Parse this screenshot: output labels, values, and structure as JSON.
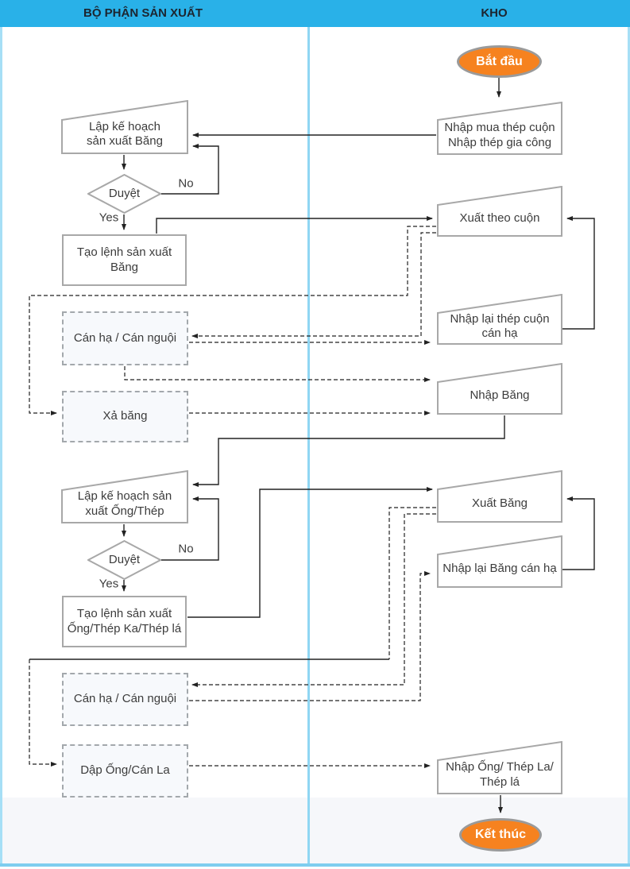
{
  "header": {
    "lane1": "BỘ PHẬN SẢN XUẤT",
    "lane2": "KHO"
  },
  "colors": {
    "header_bg": "#29B1E8",
    "frame_light_cyan": "#A6DFF6",
    "divider_cyan": "#8FD6F3",
    "terminal_orange": "#F6821F",
    "shape_border_gray": "#A8A8A8",
    "text_dark": "#3C3C3C",
    "bottom_band_gray": "#F6F7FA"
  },
  "nodes": {
    "start": "Bắt đầu",
    "nhap_mua": "Nhập mua thép cuộn\nNhập thép gia công",
    "plan_bang": "Lập kế hoạch\nsản xuất Băng",
    "duyet1": "Duyệt",
    "lenh_bang": "Tạo lệnh sản xuất\nBăng",
    "xuat_theo_cuon": "Xuất theo cuộn",
    "can_ha_1": "Cán hạ / Cán nguội",
    "nhap_lai_cuon": "Nhập lại thép cuộn\ncán hạ",
    "xa_bang": "Xả băng",
    "nhap_bang": "Nhập Băng",
    "plan_ong": "Lập kế hoạch sản\nxuất Ống/Thép",
    "duyet2": "Duyệt",
    "lenh_ong": "Tạo lệnh sản xuất\nỐng/Thép Ka/Thép lá",
    "xuat_bang": "Xuất Băng",
    "nhap_lai_bang": "Nhập lại Băng cán hạ",
    "can_ha_2": "Cán hạ / Cán nguội",
    "dap_ong": "Dập Ống/Cán La",
    "nhap_ong": "Nhập Ống/ Thép La/\nThép lá",
    "end": "Kết thúc"
  },
  "labels": {
    "no1": "No",
    "yes1": "Yes",
    "no2": "No",
    "yes2": "Yes"
  }
}
